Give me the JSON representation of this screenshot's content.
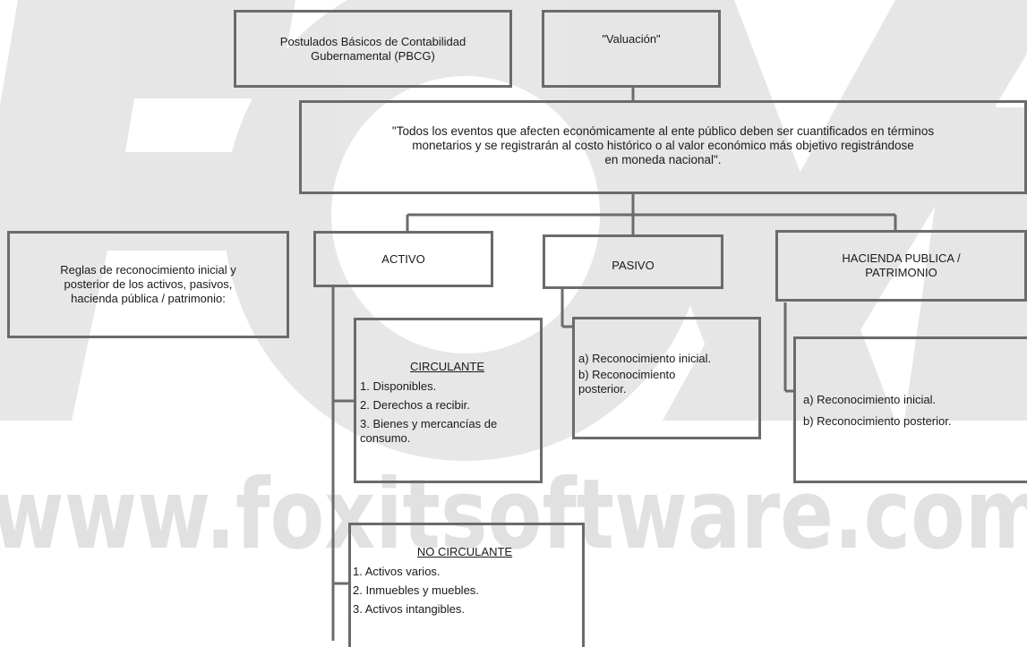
{
  "watermark": {
    "logo": "foxit",
    "url_text": "www.foxitsoftware.com"
  },
  "postulados_box": {
    "line1": "Postulados Básicos de Contabilidad",
    "line2": "Gubernamental (PBCG)"
  },
  "valuacion_box": {
    "label": "\"Valuación\""
  },
  "definition_box": {
    "line1": "\"Todos los eventos que afecten económicamente al ente público deben ser cuantificados en términos",
    "line2": "monetarios y se registrarán al costo histórico o al valor económico más objetivo registrándose",
    "line3": "en moneda nacional\"."
  },
  "reglas_box": {
    "line1": "Reglas de reconocimiento inicial y",
    "line2": "posterior de los activos, pasivos,",
    "line3": "hacienda pública / patrimonio:"
  },
  "activo_box": {
    "label": "ACTIVO"
  },
  "pasivo_box": {
    "label": "PASIVO"
  },
  "hacienda_box": {
    "line1": "HACIENDA PUBLICA /",
    "line2": "PATRIMONIO"
  },
  "circulante_box": {
    "heading": "CIRCULANTE",
    "items": [
      "1. Disponibles.",
      "2. Derechos a recibir.",
      "3. Bienes y mercancías de consumo."
    ]
  },
  "no_circulante_box": {
    "heading": "NO CIRCULANTE",
    "items": [
      "1. Activos varios.",
      "2. Inmuebles y muebles.",
      "3. Activos intangibles."
    ]
  },
  "pasivo_detail_box": {
    "items": [
      "a) Reconocimiento inicial.",
      "b) Reconocimiento posterior."
    ]
  },
  "hacienda_detail_box": {
    "items": [
      "a) Reconocimiento inicial.",
      "b) Reconocimiento posterior."
    ]
  }
}
